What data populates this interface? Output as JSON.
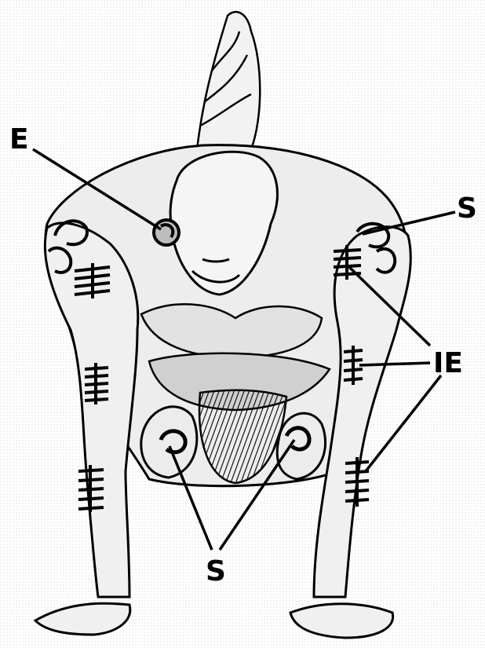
{
  "labels": {
    "ear": "E",
    "shoulder": "S",
    "intraepithelial": "IE",
    "knee": "S"
  },
  "colors": {
    "ink": "#000000",
    "paper": "#ffffff",
    "shade": "#d6d6d6"
  }
}
